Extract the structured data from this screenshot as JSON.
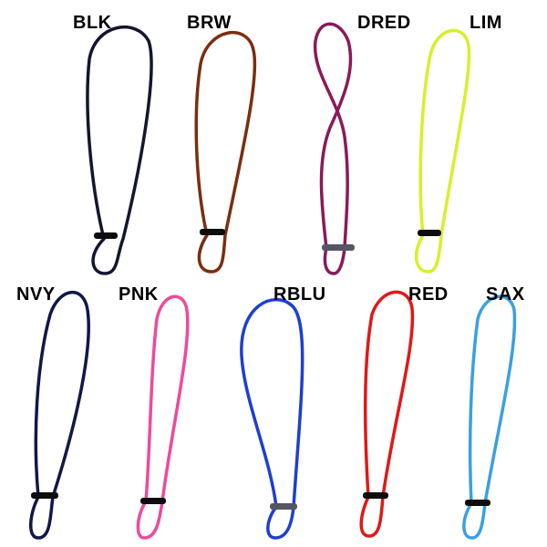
{
  "cords": [
    {
      "code": "BLK",
      "color": "#14162e"
    },
    {
      "code": "BRW",
      "color": "#7a2e10"
    },
    {
      "code": "DRED",
      "color": "#8a1a5a"
    },
    {
      "code": "LIM",
      "color": "#d8ef2a"
    },
    {
      "code": "NVY",
      "color": "#101848"
    },
    {
      "code": "PNK",
      "color": "#ee4a9a"
    },
    {
      "code": "RBLU",
      "color": "#1e3fd0"
    },
    {
      "code": "RED",
      "color": "#e01818"
    },
    {
      "code": "SAX",
      "color": "#3aa0e0"
    }
  ]
}
